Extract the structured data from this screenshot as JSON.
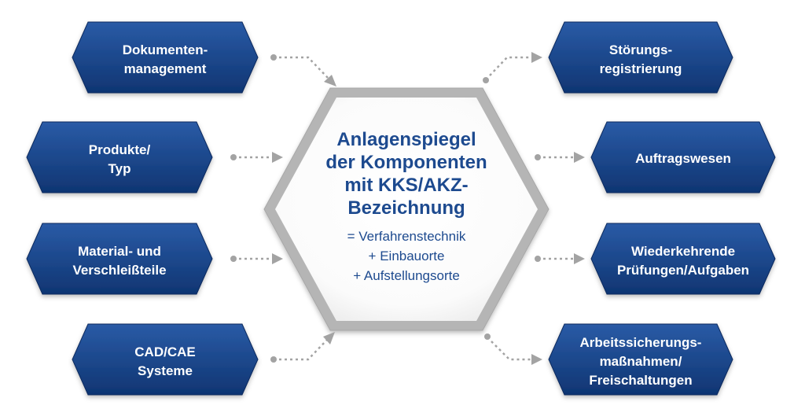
{
  "center": {
    "title": [
      "Anlagenspiegel",
      "der Komponenten",
      "mit KKS/AKZ-",
      "Bezeichnung"
    ],
    "subtitle": [
      "= Verfahrenstechnik",
      "+ Einbauorte",
      "+ Aufstellungsorte"
    ]
  },
  "left_nodes": [
    {
      "id": "dokumentenmanagement",
      "lines": [
        "Dokumenten-",
        "management"
      ]
    },
    {
      "id": "produkte-typ",
      "lines": [
        "Produkte/",
        "Typ"
      ]
    },
    {
      "id": "material-verschleissteile",
      "lines": [
        "Material- und",
        "Verschleißteile"
      ]
    },
    {
      "id": "cad-cae-systeme",
      "lines": [
        "CAD/CAE",
        "Systeme"
      ]
    }
  ],
  "right_nodes": [
    {
      "id": "stoerungsregistrierung",
      "lines": [
        "Störungs-",
        "registrierung"
      ]
    },
    {
      "id": "auftragswesen",
      "lines": [
        "Auftragswesen"
      ]
    },
    {
      "id": "wiederkehrende-pruefungen",
      "lines": [
        "Wiederkehrende",
        "Prüfungen/Aufgaben"
      ]
    },
    {
      "id": "arbeitssicherungsmassnahmen",
      "lines": [
        "Arbeitssicherungs-",
        "maßnahmen/",
        "Freischaltungen"
      ]
    }
  ],
  "colors": {
    "node_fill_top": "#2a5ba6",
    "node_fill_bottom": "#0f3572",
    "node_edge": "#0b2a5e",
    "center_text": "#1d4a8f",
    "hex_border": "#b5b5b5",
    "connector": "#a3a3a3"
  }
}
